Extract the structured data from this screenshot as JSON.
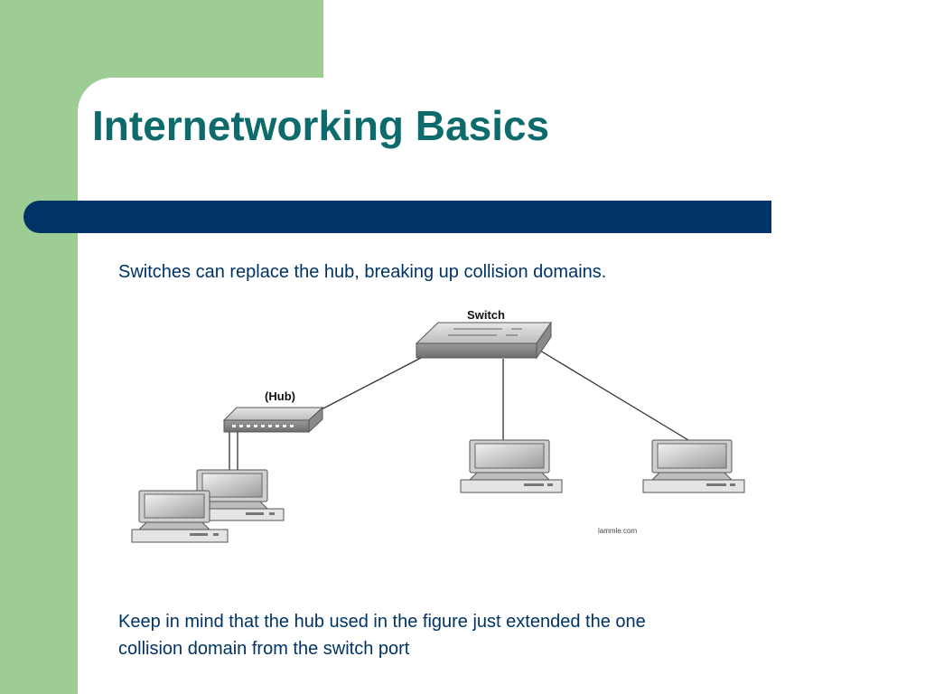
{
  "slide": {
    "title": "Internetworking Basics",
    "bullet_1": "Switches can replace the hub, breaking up collision domains.",
    "bullet_2_line_1": "Keep in mind that the hub used in the figure just extended the one",
    "bullet_2_line_2": "collision domain from the switch port"
  },
  "diagram": {
    "switch_label": "Switch",
    "hub_label": "(Hub)",
    "watermark": "lammle.com"
  },
  "colors": {
    "green_panel": "#9dcc95",
    "title": "#0e6b6b",
    "bar": "#003366",
    "body_text": "#003366"
  }
}
